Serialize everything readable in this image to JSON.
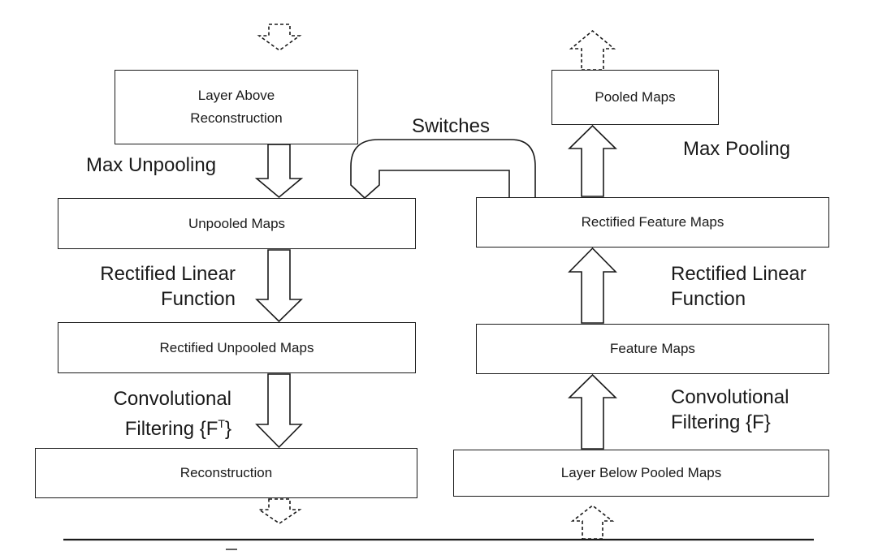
{
  "left_column": {
    "layer_above": "Layer Above\nReconstruction",
    "unpooled_maps": "Unpooled Maps",
    "rectified_unpooled_maps": "Rectified Unpooled Maps",
    "reconstruction": "Reconstruction",
    "op_max_unpooling": "Max Unpooling",
    "op_relu": "Rectified Linear\nFunction",
    "op_conv_transpose": "Convolutional\nFiltering {F",
    "op_conv_transpose_sup": "T",
    "op_conv_transpose_end": "}"
  },
  "right_column": {
    "pooled_maps": "Pooled Maps",
    "rectified_feature_maps": "Rectified Feature Maps",
    "feature_maps": "Feature Maps",
    "layer_below": "Layer Below Pooled Maps",
    "op_max_pooling": "Max Pooling",
    "op_relu": "Rectified Linear\nFunction",
    "op_conv": "Convolutional\nFiltering {F}"
  },
  "switches_label": "Switches",
  "colors": {
    "stroke": "#1a1a1a",
    "background": "#ffffff"
  }
}
